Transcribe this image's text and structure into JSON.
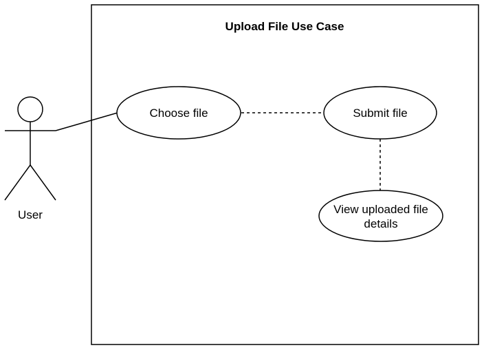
{
  "diagram": {
    "title": "Upload File Use Case",
    "actor": {
      "name": "User"
    },
    "use_cases": {
      "choose_file": "Choose file",
      "submit_file": "Submit file",
      "view_details_line1": "View uploaded file",
      "view_details_line2": "details"
    },
    "colors": {
      "stroke": "#000000",
      "background": "#ffffff",
      "text": "#000000"
    }
  }
}
